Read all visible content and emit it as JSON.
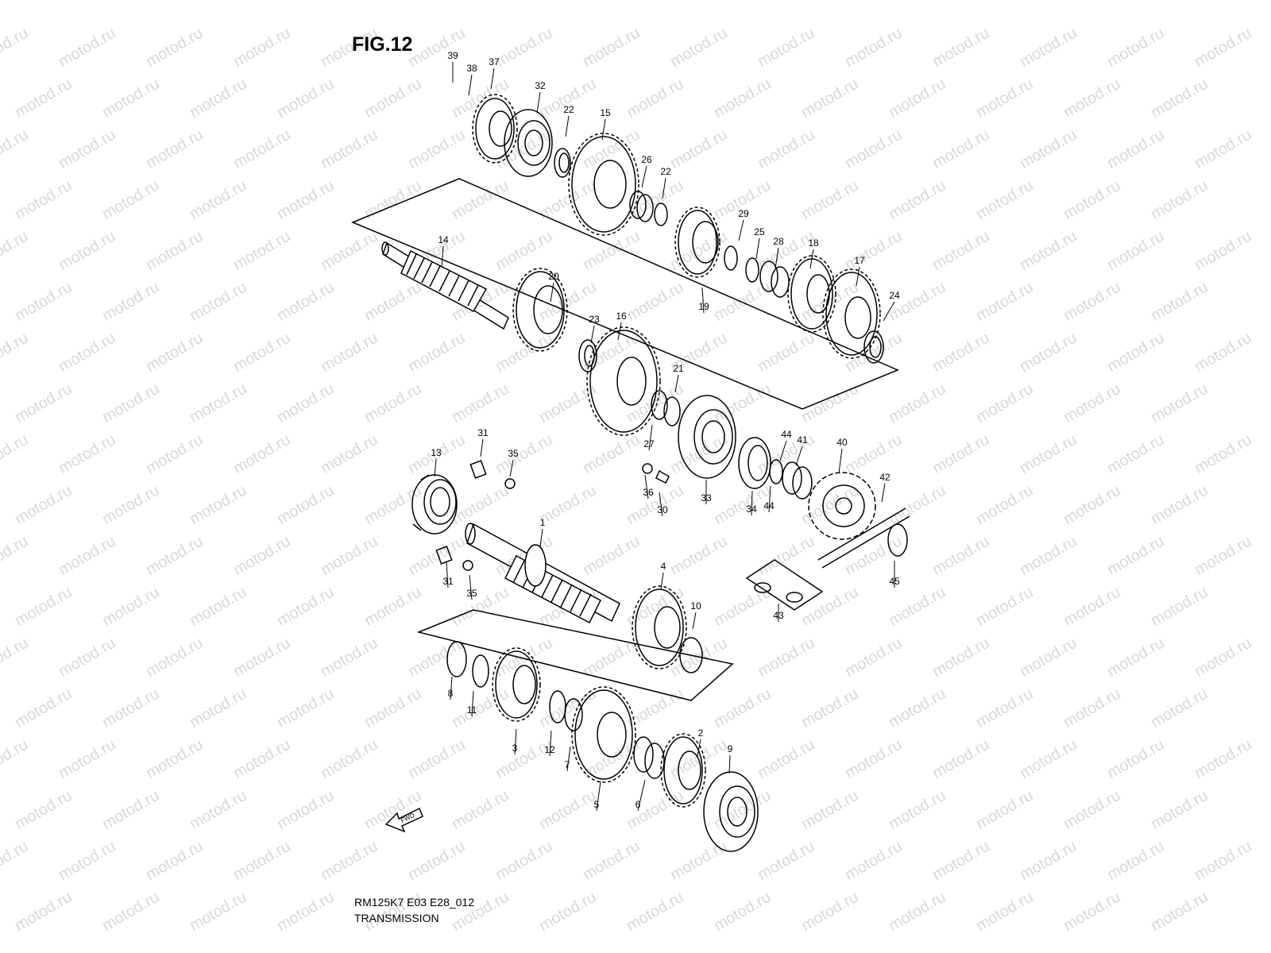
{
  "figure": {
    "title": "FIG.12",
    "code": "RM125K7 E03 E28_012",
    "name": "TRANSMISSION"
  },
  "watermark": "motod.ru",
  "fwd_label": "FWD",
  "parts": [
    {
      "id": "p39",
      "label": "39"
    },
    {
      "id": "p38",
      "label": "38"
    },
    {
      "id": "p37",
      "label": "37"
    },
    {
      "id": "p32",
      "label": "32"
    },
    {
      "id": "p22a",
      "label": "22"
    },
    {
      "id": "p15",
      "label": "15"
    },
    {
      "id": "p26",
      "label": "26"
    },
    {
      "id": "p22b",
      "label": "22"
    },
    {
      "id": "p29",
      "label": "29"
    },
    {
      "id": "p25",
      "label": "25"
    },
    {
      "id": "p28",
      "label": "28"
    },
    {
      "id": "p18",
      "label": "18"
    },
    {
      "id": "p17",
      "label": "17"
    },
    {
      "id": "p24",
      "label": "24"
    },
    {
      "id": "p19",
      "label": "19"
    },
    {
      "id": "p14",
      "label": "14"
    },
    {
      "id": "p20",
      "label": "20"
    },
    {
      "id": "p23",
      "label": "23"
    },
    {
      "id": "p16",
      "label": "16"
    },
    {
      "id": "p21",
      "label": "21"
    },
    {
      "id": "p27",
      "label": "27"
    },
    {
      "id": "p31a",
      "label": "31"
    },
    {
      "id": "p35a",
      "label": "35"
    },
    {
      "id": "p13",
      "label": "13"
    },
    {
      "id": "p36",
      "label": "36"
    },
    {
      "id": "p30",
      "label": "30"
    },
    {
      "id": "p33",
      "label": "33"
    },
    {
      "id": "p34",
      "label": "34"
    },
    {
      "id": "p44a",
      "label": "44"
    },
    {
      "id": "p44b",
      "label": "44"
    },
    {
      "id": "p41",
      "label": "41"
    },
    {
      "id": "p40",
      "label": "40"
    },
    {
      "id": "p42",
      "label": "42"
    },
    {
      "id": "p45",
      "label": "45"
    },
    {
      "id": "p43",
      "label": "43"
    },
    {
      "id": "p1",
      "label": "1"
    },
    {
      "id": "p31b",
      "label": "31"
    },
    {
      "id": "p35b",
      "label": "35"
    },
    {
      "id": "p4",
      "label": "4"
    },
    {
      "id": "p10",
      "label": "10"
    },
    {
      "id": "p8",
      "label": "8"
    },
    {
      "id": "p11",
      "label": "11"
    },
    {
      "id": "p3",
      "label": "3"
    },
    {
      "id": "p12",
      "label": "12"
    },
    {
      "id": "p7",
      "label": "7"
    },
    {
      "id": "p5",
      "label": "5"
    },
    {
      "id": "p6",
      "label": "6"
    },
    {
      "id": "p2",
      "label": "2"
    },
    {
      "id": "p9",
      "label": "9"
    }
  ]
}
